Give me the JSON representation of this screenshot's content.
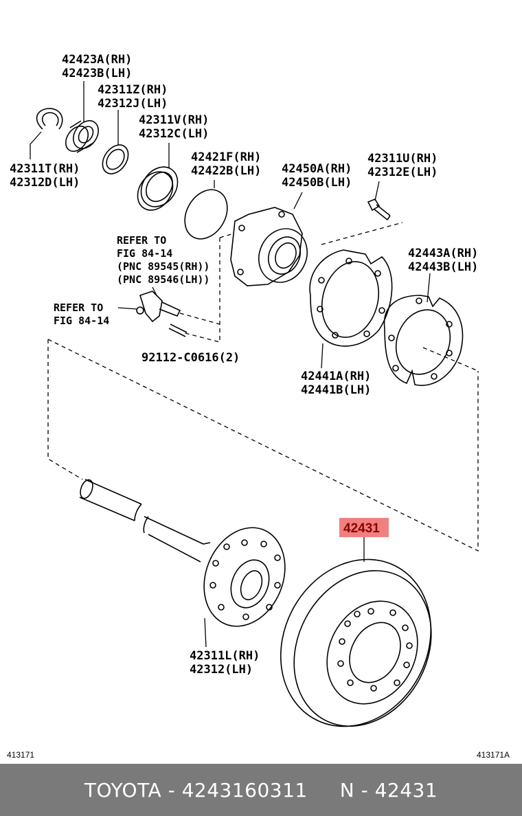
{
  "labels": {
    "p42423": [
      "42423A(RH)",
      "42423B(LH)"
    ],
    "p42311z": [
      "42311Z(RH)",
      "42312J(LH)"
    ],
    "p42311v": [
      "42311V(RH)",
      "42312C(LH)"
    ],
    "p42311t": [
      "42311T(RH)",
      "42312D(LH)"
    ],
    "p42421": [
      "42421F(RH)",
      "42422B(LH)"
    ],
    "p42450": [
      "42450A(RH)",
      "42450B(LH)"
    ],
    "p42311u": [
      "42311U(RH)",
      "42312E(LH)"
    ],
    "refer1": [
      "REFER TO",
      "FIG 84-14",
      "(PNC 89545(RH))",
      "(PNC 89546(LH))"
    ],
    "refer2": [
      "REFER TO",
      "FIG 84-14"
    ],
    "p42443": [
      "42443A(RH)",
      "42443B(LH)"
    ],
    "bolt": "92112-C0616(2)",
    "p42441": [
      "42441A(RH)",
      "42441B(LH)"
    ],
    "highlight": "42431",
    "p42311l": [
      "42311L(RH)",
      "42312(LH)"
    ]
  },
  "codes": {
    "left": "413171",
    "right": "413171A"
  },
  "footer": {
    "text": "TOYOTA - 4243160311     N - 42431"
  },
  "colors": {
    "highlight_bg": "#f08080",
    "footer_bg": "#7a7a7a"
  }
}
